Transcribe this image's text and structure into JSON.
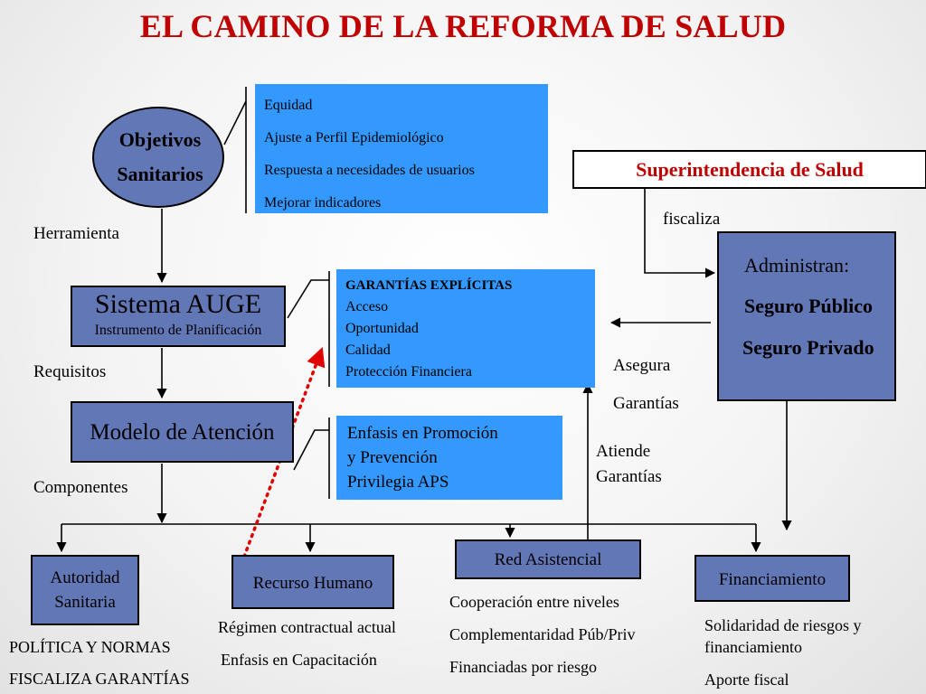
{
  "title": "EL CAMINO DE LA REFORMA DE SALUD",
  "objetivos": {
    "line1": "Objetivos",
    "line2": "Sanitarios"
  },
  "objetivos_items": [
    "Equidad",
    "Ajuste a Perfil Epidemiológico",
    "Respuesta a necesidades de usuarios",
    "Mejorar indicadores"
  ],
  "superintendencia": "Superintendencia de Salud",
  "fiscaliza": "fiscaliza",
  "herramienta": "Herramienta",
  "auge": {
    "title": "Sistema AUGE",
    "subtitle": "Instrumento de Planificación"
  },
  "garantias": {
    "header": "GARANTÍAS EXPLÍCITAS",
    "items": [
      "Acceso",
      "Oportunidad",
      "Calidad",
      "Protección Financiera"
    ]
  },
  "administran": {
    "label": "Administran:",
    "publico": "Seguro Público",
    "privado": "Seguro Privado"
  },
  "asegura": {
    "line1": "Asegura",
    "line2": "Garantías"
  },
  "requisitos": "Requisitos",
  "modelo": "Modelo de Atención",
  "enfasis": {
    "items": [
      "Enfasis en Promoción",
      "y Prevención",
      "Privilegia APS"
    ]
  },
  "atiende": {
    "line1": "Atiende",
    "line2": "Garantías"
  },
  "componentes": "Componentes",
  "autoridad": {
    "line1": "Autoridad",
    "line2": "Sanitaria"
  },
  "recurso": "Recurso Humano",
  "red": "Red Asistencial",
  "financiamiento": "Financiamiento",
  "autoridad_notes": [
    "POLÍTICA Y NORMAS",
    "FISCALIZA GARANTÍAS"
  ],
  "recurso_notes": [
    "Régimen contractual actual",
    "Enfasis en Capacitación"
  ],
  "red_notes": [
    "Cooperación entre niveles",
    "Complementaridad Púb/Priv",
    "Financiadas por riesgo"
  ],
  "fin_notes": [
    "Solidaridad de riesgos y",
    "financiamiento",
    "Aporte fiscal"
  ],
  "colors": {
    "title": "#c00000",
    "navy_box": "#6277b6",
    "blue_box": "#3399ff",
    "dotted_arrow": "#e00000"
  }
}
